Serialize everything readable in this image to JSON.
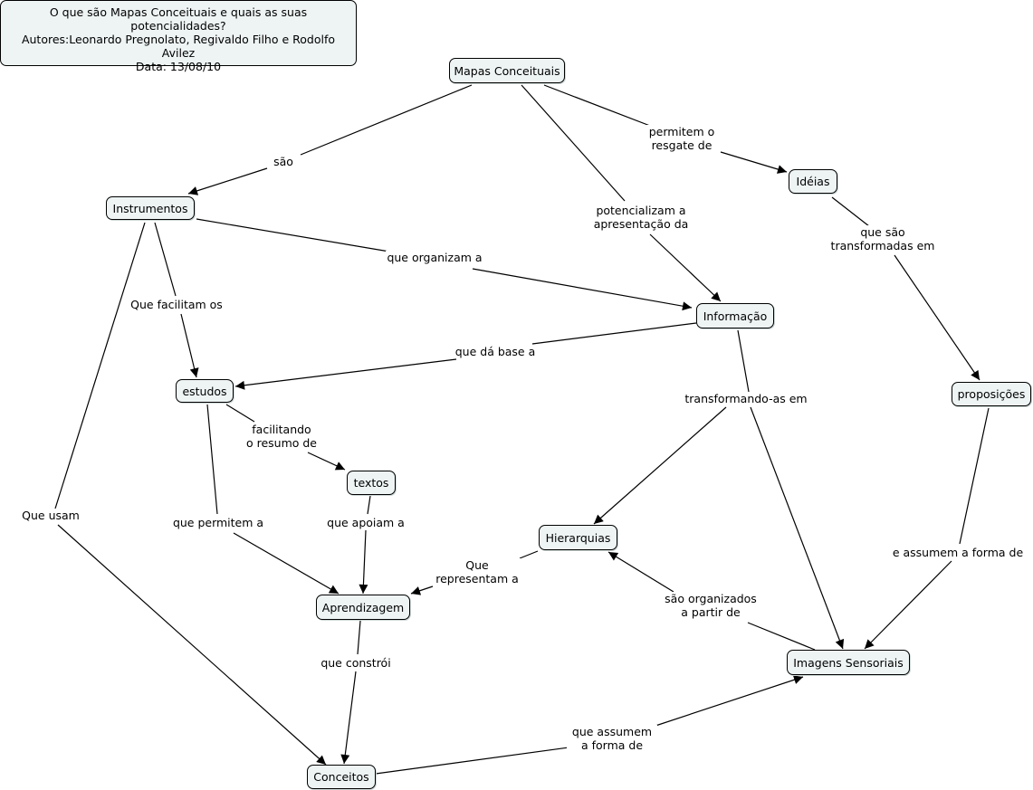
{
  "header": {
    "lines": [
      "O que são Mapas Conceituais e quais as suas potencialidades?",
      "Autores:Leonardo Pregnolato, Regivaldo Filho e Rodolfo Avilez",
      "Data: 13/08/10"
    ]
  },
  "nodes": {
    "mapas": "Mapas Conceituais",
    "instrumentos": "Instrumentos",
    "ideias": "Idéias",
    "informacao": "Informação",
    "estudos": "estudos",
    "textos": "textos",
    "proposicoes": "proposições",
    "hierarquias": "Hierarquias",
    "aprendizagem": "Aprendizagem",
    "imagens": "Imagens Sensoriais",
    "conceitos": "Conceitos"
  },
  "links": {
    "sao": [
      "são"
    ],
    "permitem": [
      "permitem o",
      "resgate de"
    ],
    "potencializam": [
      "potencializam a",
      "apresentação da"
    ],
    "organizam": [
      "que organizam a"
    ],
    "facilitam": [
      "Que facilitam os"
    ],
    "que_sao_transf": [
      "que são",
      "transformadas em"
    ],
    "da_base": [
      "que dá base a"
    ],
    "transformando": [
      "transformando-as em"
    ],
    "facilitando": [
      "facilitando",
      "o resumo de"
    ],
    "que_usam": [
      "Que usam"
    ],
    "permitem_a": [
      "que permitem a"
    ],
    "apoiam": [
      "que apoiam a"
    ],
    "representam": [
      "Que",
      "representam a"
    ],
    "organizados": [
      "são organizados",
      "a partir de"
    ],
    "assumem_forma": [
      "e assumem a forma de"
    ],
    "constroi": [
      "que constrói"
    ],
    "assumem_conceitos": [
      "que assumem",
      "a forma de"
    ]
  }
}
